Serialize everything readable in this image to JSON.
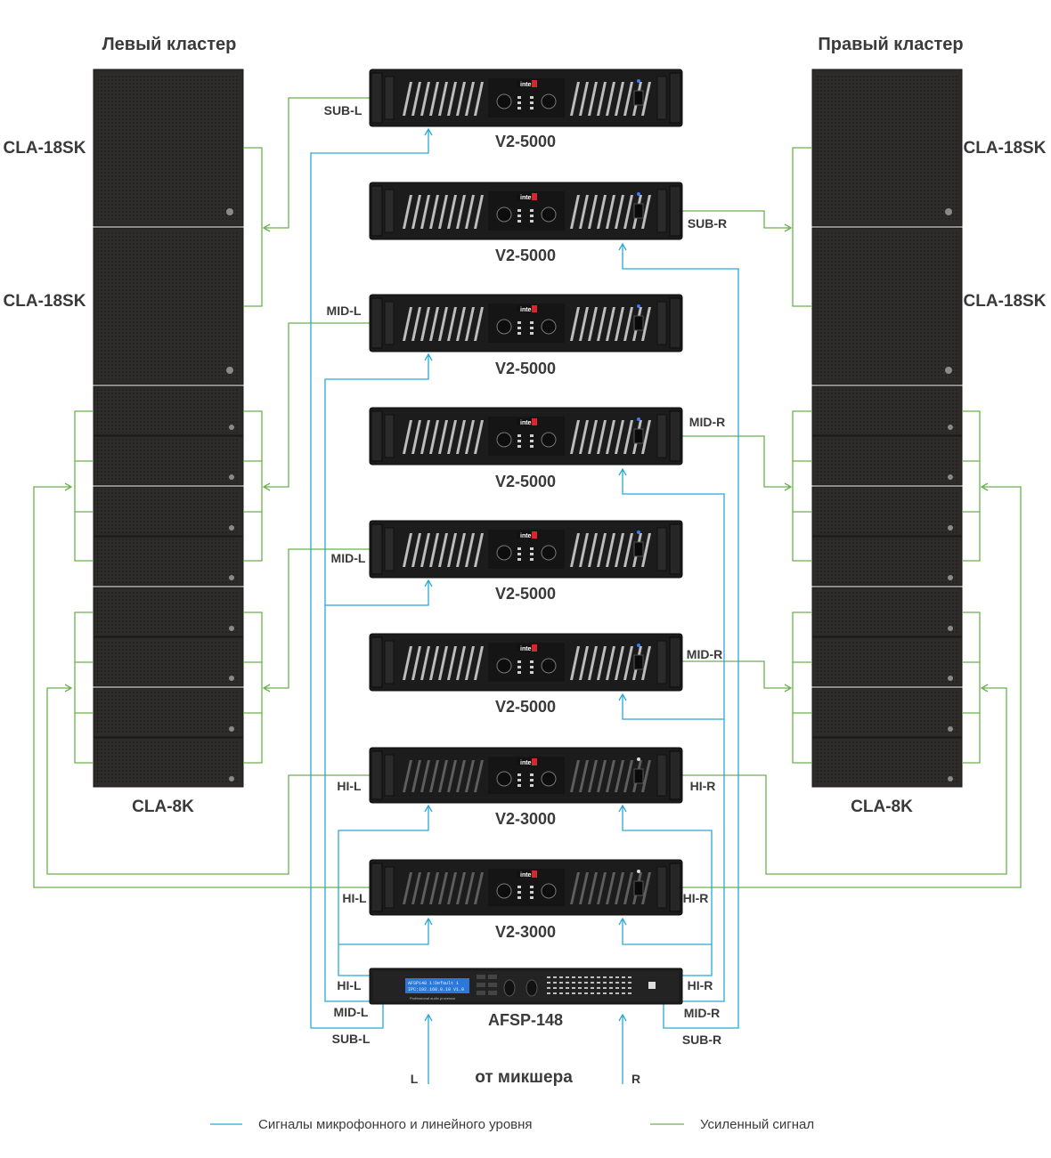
{
  "clusters": {
    "left": {
      "title": "Левый кластер",
      "sub_labels": [
        "CLA-18SK",
        "CLA-18SK"
      ],
      "bottom_label": "CLA-8K"
    },
    "right": {
      "title": "Правый кластер",
      "sub_labels": [
        "CLA-18SK",
        "CLA-18SK"
      ],
      "bottom_label": "CLA-8K"
    }
  },
  "amplifiers": [
    {
      "model": "V2-5000",
      "left_label": "SUB-L",
      "right_label": ""
    },
    {
      "model": "V2-5000",
      "left_label": "",
      "right_label": "SUB-R"
    },
    {
      "model": "V2-5000",
      "left_label": "MID-L",
      "right_label": ""
    },
    {
      "model": "V2-5000",
      "left_label": "",
      "right_label": "MID-R"
    },
    {
      "model": "V2-5000",
      "left_label": "MID-L",
      "right_label": ""
    },
    {
      "model": "V2-5000",
      "left_label": "",
      "right_label": "MID-R"
    },
    {
      "model": "V2-3000",
      "left_label": "HI-L",
      "right_label": "HI-R"
    },
    {
      "model": "V2-3000",
      "left_label": "HI-L",
      "right_label": "HI-R"
    }
  ],
  "processor": {
    "model": "AFSP-148",
    "left_outputs": [
      "HI-L",
      "MID-L",
      "SUB-L"
    ],
    "right_outputs": [
      "HI-R",
      "MID-R",
      "SUB-R"
    ],
    "display_line1": "AFSP148      1:Default 1",
    "display_line2": "IPC:192.168.0.10    V1.0",
    "tagline": "Professional audio processor"
  },
  "mixer": {
    "label": "от микшера",
    "input_left": "L",
    "input_right": "R"
  },
  "amp_brand": "inter",
  "legend": [
    {
      "label": "Сигналы микрофонного и линейного уровня",
      "color": "#29a9d6"
    },
    {
      "label": "Усиленный сигнал",
      "color": "#6ab04c"
    }
  ]
}
